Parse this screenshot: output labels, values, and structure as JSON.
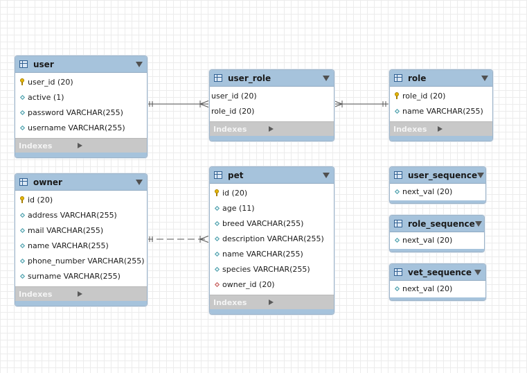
{
  "tables": {
    "user": {
      "name": "user",
      "columns": [
        {
          "text": "user_id (20)",
          "icon": "key-icon"
        },
        {
          "text": "active (1)",
          "icon": "diamond-icon"
        },
        {
          "text": "password VARCHAR(255)",
          "icon": "diamond-icon"
        },
        {
          "text": "username VARCHAR(255)",
          "icon": "diamond-icon"
        }
      ],
      "indexes": "Indexes"
    },
    "user_role": {
      "name": "user_role",
      "columns": [
        {
          "text": "user_id (20)",
          "icon": ""
        },
        {
          "text": "role_id (20)",
          "icon": ""
        }
      ],
      "indexes": "Indexes"
    },
    "role": {
      "name": "role",
      "columns": [
        {
          "text": "role_id (20)",
          "icon": "key-icon"
        },
        {
          "text": "name VARCHAR(255)",
          "icon": "diamond-icon"
        }
      ],
      "indexes": "Indexes"
    },
    "owner": {
      "name": "owner",
      "columns": [
        {
          "text": "id (20)",
          "icon": "key-icon"
        },
        {
          "text": "address VARCHAR(255)",
          "icon": "diamond-icon"
        },
        {
          "text": "mail VARCHAR(255)",
          "icon": "diamond-icon"
        },
        {
          "text": "name VARCHAR(255)",
          "icon": "diamond-icon"
        },
        {
          "text": "phone_number VARCHAR(255)",
          "icon": "diamond-icon"
        },
        {
          "text": "surname VARCHAR(255)",
          "icon": "diamond-icon"
        }
      ],
      "indexes": "Indexes"
    },
    "pet": {
      "name": "pet",
      "columns": [
        {
          "text": "id (20)",
          "icon": "key-icon"
        },
        {
          "text": "age (11)",
          "icon": "diamond-icon"
        },
        {
          "text": "breed VARCHAR(255)",
          "icon": "diamond-icon"
        },
        {
          "text": "description VARCHAR(255)",
          "icon": "diamond-icon"
        },
        {
          "text": "name VARCHAR(255)",
          "icon": "diamond-icon"
        },
        {
          "text": "species VARCHAR(255)",
          "icon": "diamond-icon"
        },
        {
          "text": "owner_id (20)",
          "icon": "foreign-key-diamond-icon"
        }
      ],
      "indexes": "Indexes"
    },
    "user_sequence": {
      "name": "user_sequence",
      "columns": [
        {
          "text": "next_val (20)",
          "icon": "diamond-icon"
        }
      ]
    },
    "role_sequence": {
      "name": "role_sequence",
      "columns": [
        {
          "text": "next_val (20)",
          "icon": "diamond-icon"
        }
      ]
    },
    "vet_sequence": {
      "name": "vet_sequence",
      "columns": [
        {
          "text": "next_val (20)",
          "icon": "diamond-icon"
        }
      ]
    }
  },
  "relationships": [
    {
      "from": "user",
      "to": "user_role",
      "style": "solid",
      "from_end": "one-mandatory",
      "to_end": "many"
    },
    {
      "from": "role",
      "to": "user_role",
      "style": "solid",
      "from_end": "one-mandatory",
      "to_end": "many"
    },
    {
      "from": "owner",
      "to": "pet",
      "style": "dashed",
      "from_end": "one-mandatory",
      "to_end": "many"
    }
  ],
  "colors": {
    "header": "#a6c3dc",
    "indexes_bar": "#c8c8c8",
    "connector": "#555555",
    "key": "#e6b800",
    "column_diamond": "#3f97a5",
    "foreign_key_diamond": "#c0504d"
  }
}
